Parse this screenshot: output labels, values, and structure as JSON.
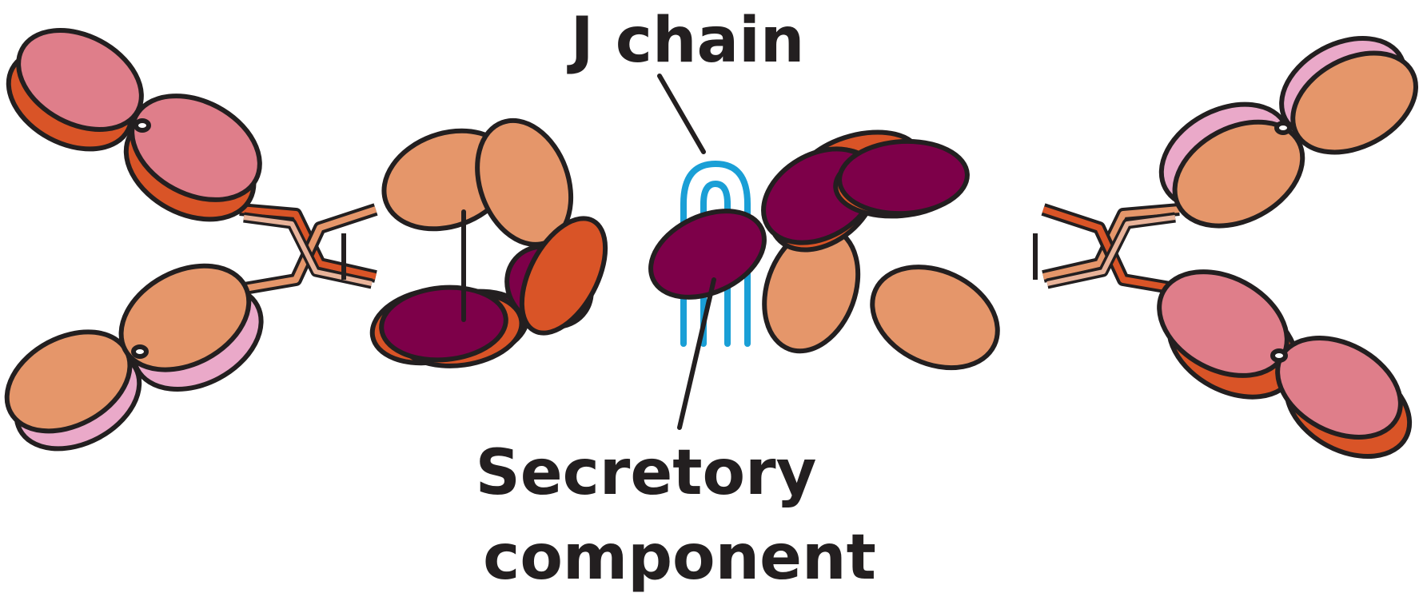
{
  "labels": {
    "j_chain": "J chain",
    "secretory_line1": "Secretory",
    "secretory_line2": "component"
  },
  "colors": {
    "outline": "#231f20",
    "heavy_chain_dark": "#d95427",
    "heavy_chain_light": "#e5966a",
    "variable_domain_pink": "#df7e8a",
    "light_chain_pink": "#eaa9c9",
    "secretory_component": "#7d0049",
    "j_chain": "#1a9fd6"
  }
}
